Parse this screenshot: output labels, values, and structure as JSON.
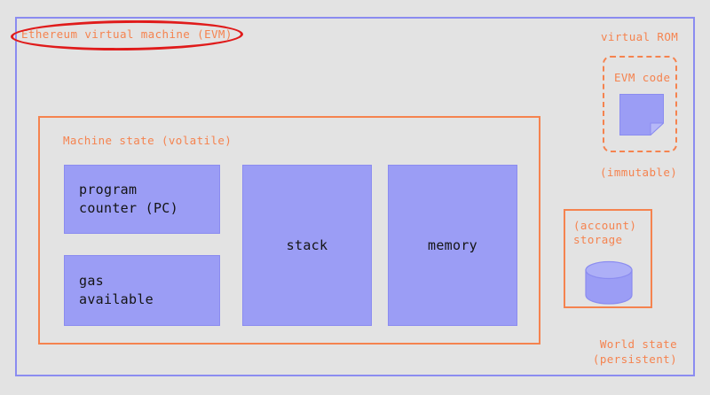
{
  "diagram": {
    "background_color": "#e3e3e3",
    "accent_orange": "#f5834f",
    "accent_purple": "#9b9df5",
    "accent_purple_border": "#8b8cf0",
    "annotation_red": "#e01b1b",
    "text_color": "#141414"
  },
  "evm": {
    "title": "Ethereum virtual machine (EVM)",
    "annotation": "red-ellipse-highlight"
  },
  "machine_state": {
    "title": "Machine state (volatile)",
    "boxes": [
      {
        "id": "program-counter",
        "label": "program\ncounter (PC)",
        "align": "left"
      },
      {
        "id": "gas-available",
        "label": "gas\navailable",
        "align": "left"
      },
      {
        "id": "stack",
        "label": "stack",
        "align": "center"
      },
      {
        "id": "memory",
        "label": "memory",
        "align": "center"
      }
    ]
  },
  "virtual_rom": {
    "title": "virtual ROM",
    "code_label": "EVM code",
    "icon": "document-icon",
    "caption": "(immutable)"
  },
  "world_state": {
    "storage_title": "(account)\nstorage",
    "icon": "database-cylinder-icon",
    "caption": "World state\n(persistent)"
  }
}
